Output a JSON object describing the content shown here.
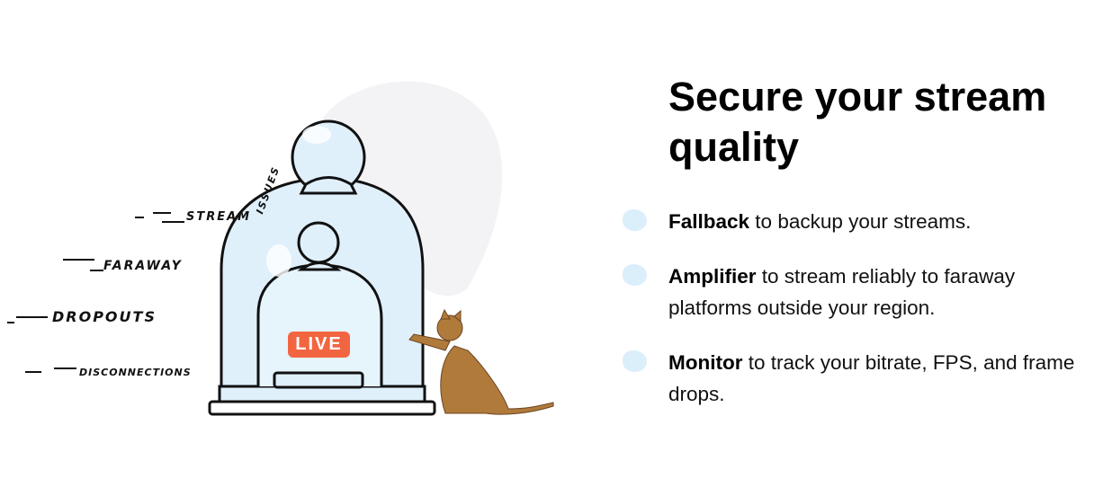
{
  "illustration": {
    "labels": {
      "stream": "STREAM",
      "issues": "ISSUES",
      "faraway": "FARAWAY",
      "dropouts": "DROPOUTS",
      "disconnections": "DISCONNECTIONS"
    },
    "badge": "LIVE",
    "colors": {
      "badge": "#f26541",
      "glass": "#dff0fb",
      "blob": "#f3f2f5"
    }
  },
  "heading": "Secure your stream quality",
  "features": [
    {
      "name": "Fallback",
      "text": " to backup your streams."
    },
    {
      "name": "Amplifier",
      "text": " to stream reliably to faraway platforms outside your region."
    },
    {
      "name": "Monitor",
      "text": " to track your bitrate, FPS, and frame drops."
    }
  ]
}
